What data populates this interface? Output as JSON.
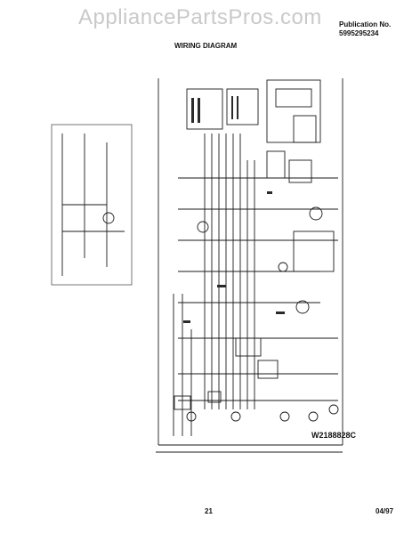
{
  "header": {
    "watermark": "AppliancePartsPros.com",
    "publication_label": "Publication No.",
    "publication_number": "5995295234",
    "title": "WIRING DIAGRAM"
  },
  "footer": {
    "drawing_number": "W2188828C",
    "page_number": "21",
    "date": "04/97"
  }
}
